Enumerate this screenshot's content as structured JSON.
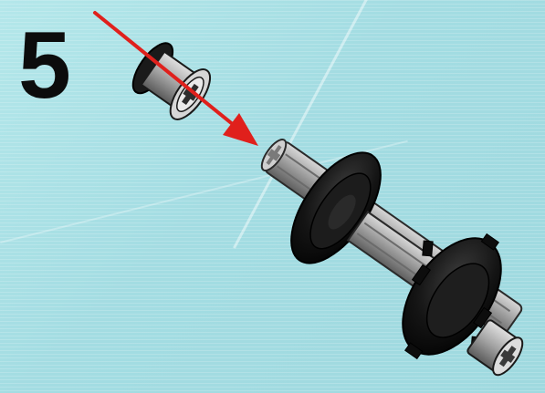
{
  "step": {
    "number": "5"
  },
  "parts": [
    {
      "name": "bushing",
      "color": "#1a1a1a"
    },
    {
      "name": "axle",
      "color": "#9a9a9a"
    },
    {
      "name": "tire",
      "color": "#111111"
    },
    {
      "name": "gear",
      "color": "#1a1a1a"
    }
  ],
  "colors": {
    "background": "#a7dfe4",
    "arrow": "#e0201c",
    "axle": "#9a9a9a",
    "rubber": "#111111"
  }
}
